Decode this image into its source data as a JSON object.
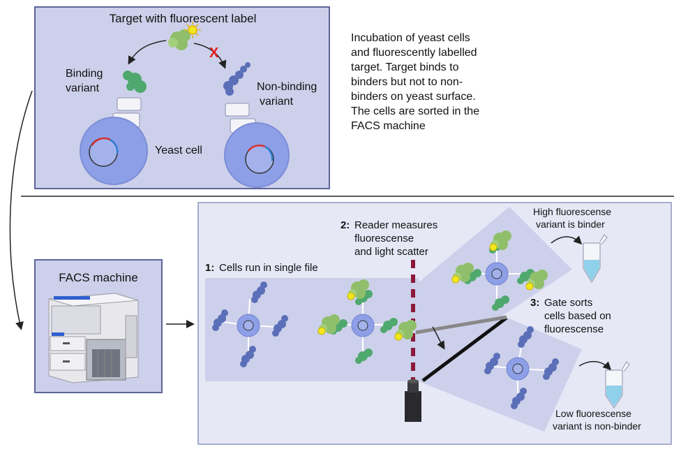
{
  "top_panel": {
    "title": "Target with fluorescent label",
    "binding_label_1": "Binding",
    "binding_label_2": "variant",
    "nonbinding_label_1": "Non-binding",
    "nonbinding_label_2": "variant",
    "yeast_cell_label": "Yeast cell",
    "no_binding_mark": "X"
  },
  "description": "Incubation of yeast cells and fluorescently labelled target. Target binds to binders but not to non-binders on yeast surface. The cells are sorted in the FACS machine",
  "facs_panel": {
    "title": "FACS machine"
  },
  "sorting": {
    "step1_num": "1:",
    "step1_text": "Cells run in single file",
    "step2_num": "2:",
    "step2_text_1": "Reader measures",
    "step2_text_2": "fluorescense",
    "step2_text_3": "and light scatter",
    "step3_num": "3:",
    "step3_text_1": "Gate sorts",
    "step3_text_2": "cells based on",
    "step3_text_3": "fluorescense",
    "high_1": "High fluorescense",
    "high_2": "variant is binder",
    "low_1": "Low fluorescense",
    "low_2": "variant is non-binder"
  },
  "colors": {
    "panel_fill": "#cdd0ea",
    "panel_border": "#5d6498",
    "cell_fill": "#8d9fe6",
    "binder_green": "#4fa86e",
    "nonbinder_blue": "#5b6fb8",
    "target_green": "#8fbf6a",
    "label_yellow": "#f2e61f",
    "red_x": "#e02020",
    "dashed_line": "#8b1a3a"
  }
}
